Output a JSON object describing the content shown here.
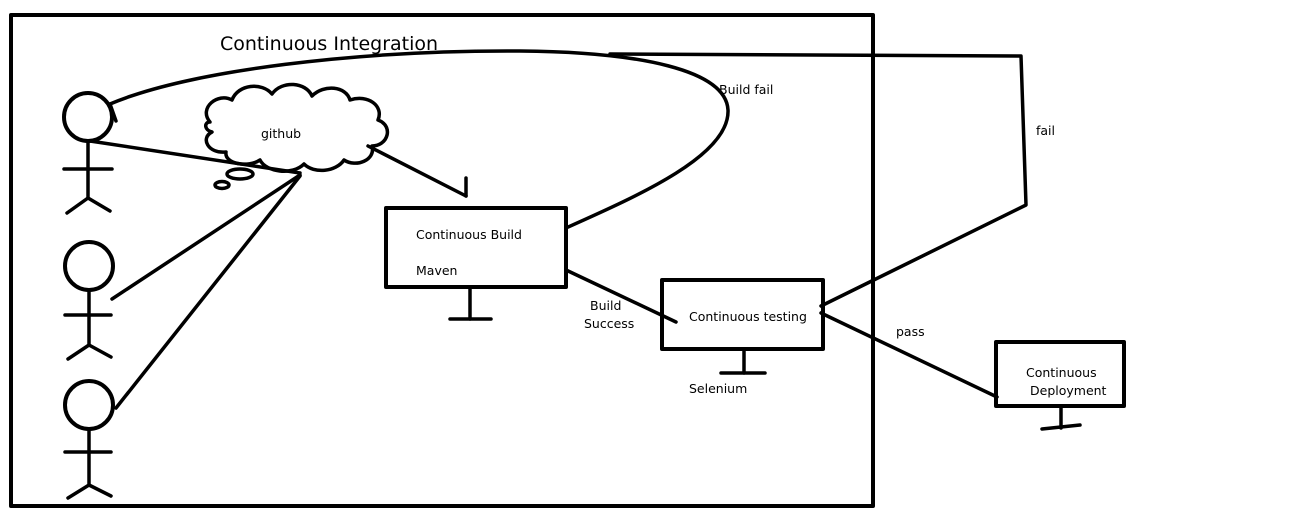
{
  "title": "Continuous Integration",
  "nodes": {
    "github": {
      "label": "github",
      "icon": "cloud-icon"
    },
    "continuous_build": {
      "line1": "Continuous Build",
      "line2": "Maven",
      "icon": "monitor-icon"
    },
    "continuous_testing": {
      "label": "Continuous testing",
      "tool": "Selenium",
      "icon": "monitor-icon"
    },
    "continuous_deployment": {
      "line1": "Continuous",
      "line2": "Deployment",
      "icon": "monitor-icon"
    }
  },
  "actors": [
    {
      "icon": "stick-figure-icon"
    },
    {
      "icon": "stick-figure-icon"
    },
    {
      "icon": "stick-figure-icon"
    }
  ],
  "edges": {
    "build_fail": "Build fail",
    "build_success_line1": "Build",
    "build_success_line2": "Success",
    "fail": "fail",
    "pass": "pass"
  },
  "colors": {
    "ink": "#000000",
    "background": "#ffffff"
  }
}
